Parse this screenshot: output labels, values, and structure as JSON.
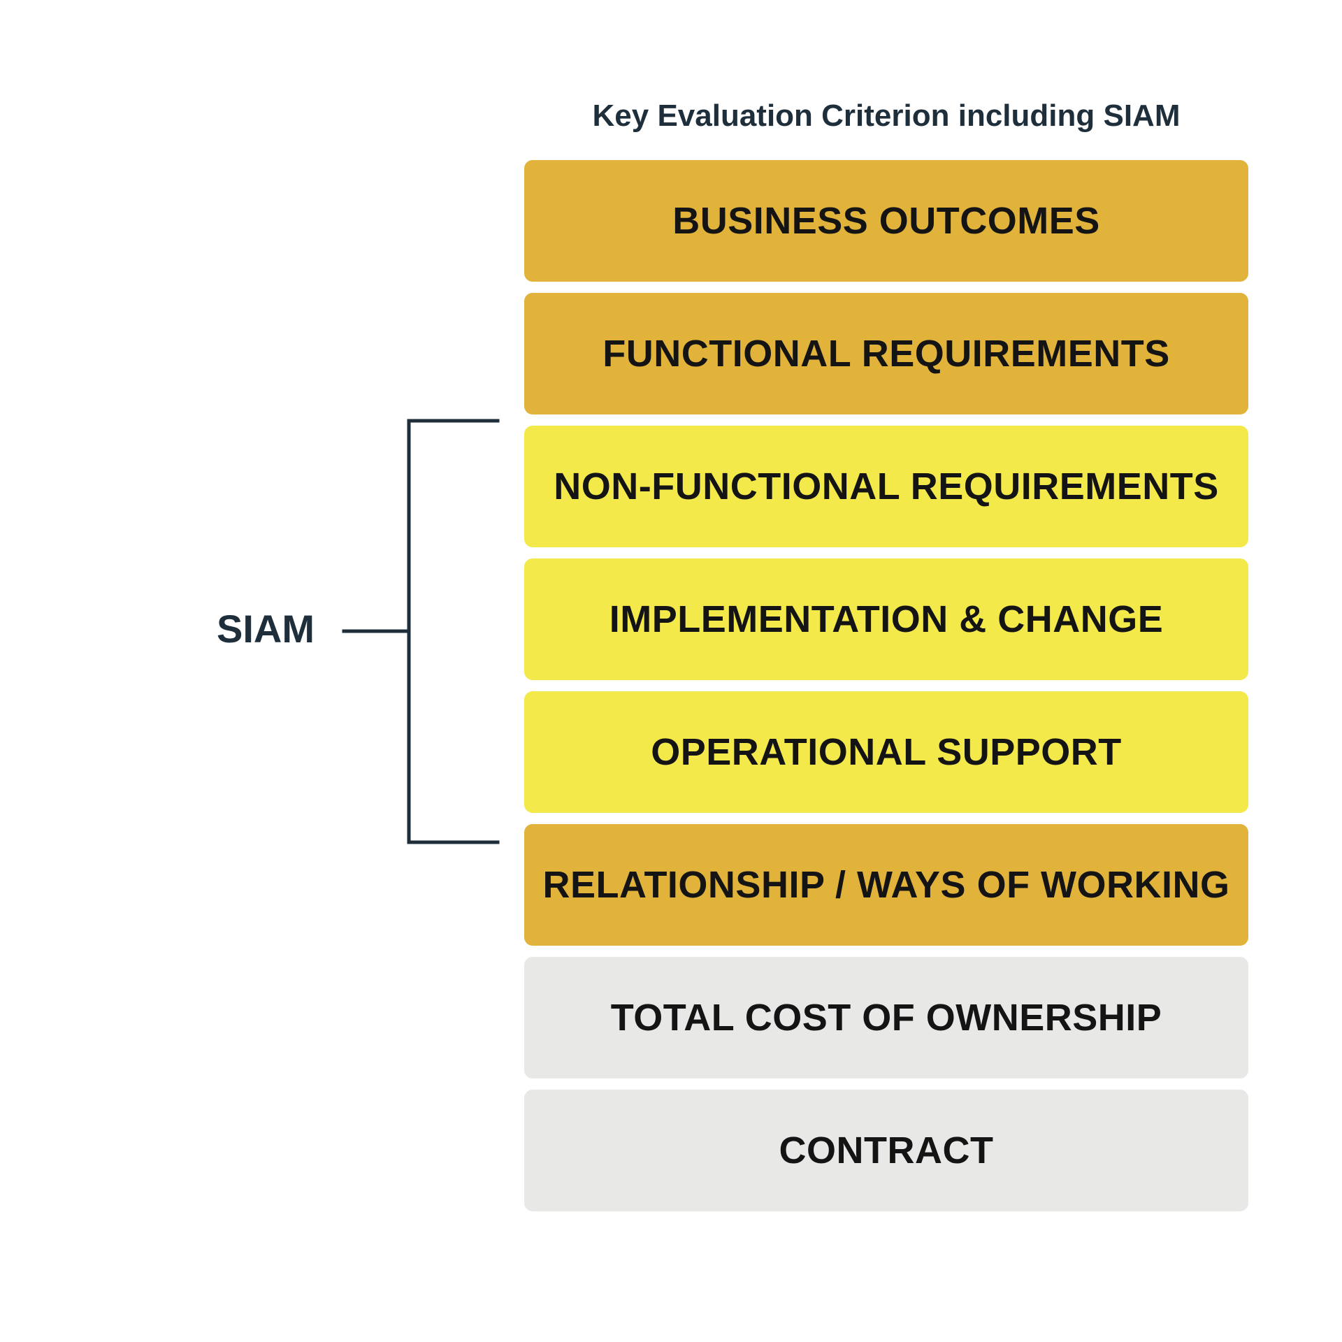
{
  "title": "Key Evaluation Criterion including SIAM",
  "bracket_label": "SIAM",
  "colors": {
    "gold": "#e2b33b",
    "yellow": "#f4e94a",
    "grey": "#e8e8e6",
    "text_dark": "#141414",
    "heading": "#1e2f3b"
  },
  "criteria": [
    {
      "label": "BUSINESS OUTCOMES",
      "color": "gold"
    },
    {
      "label": "FUNCTIONAL REQUIREMENTS",
      "color": "gold"
    },
    {
      "label": "NON-FUNCTIONAL REQUIREMENTS",
      "color": "yellow"
    },
    {
      "label": "IMPLEMENTATION & CHANGE",
      "color": "yellow"
    },
    {
      "label": "OPERATIONAL SUPPORT",
      "color": "yellow"
    },
    {
      "label": "RELATIONSHIP / WAYS OF WORKING",
      "color": "gold"
    },
    {
      "label": "TOTAL COST OF OWNERSHIP",
      "color": "grey"
    },
    {
      "label": "CONTRACT",
      "color": "grey"
    }
  ]
}
